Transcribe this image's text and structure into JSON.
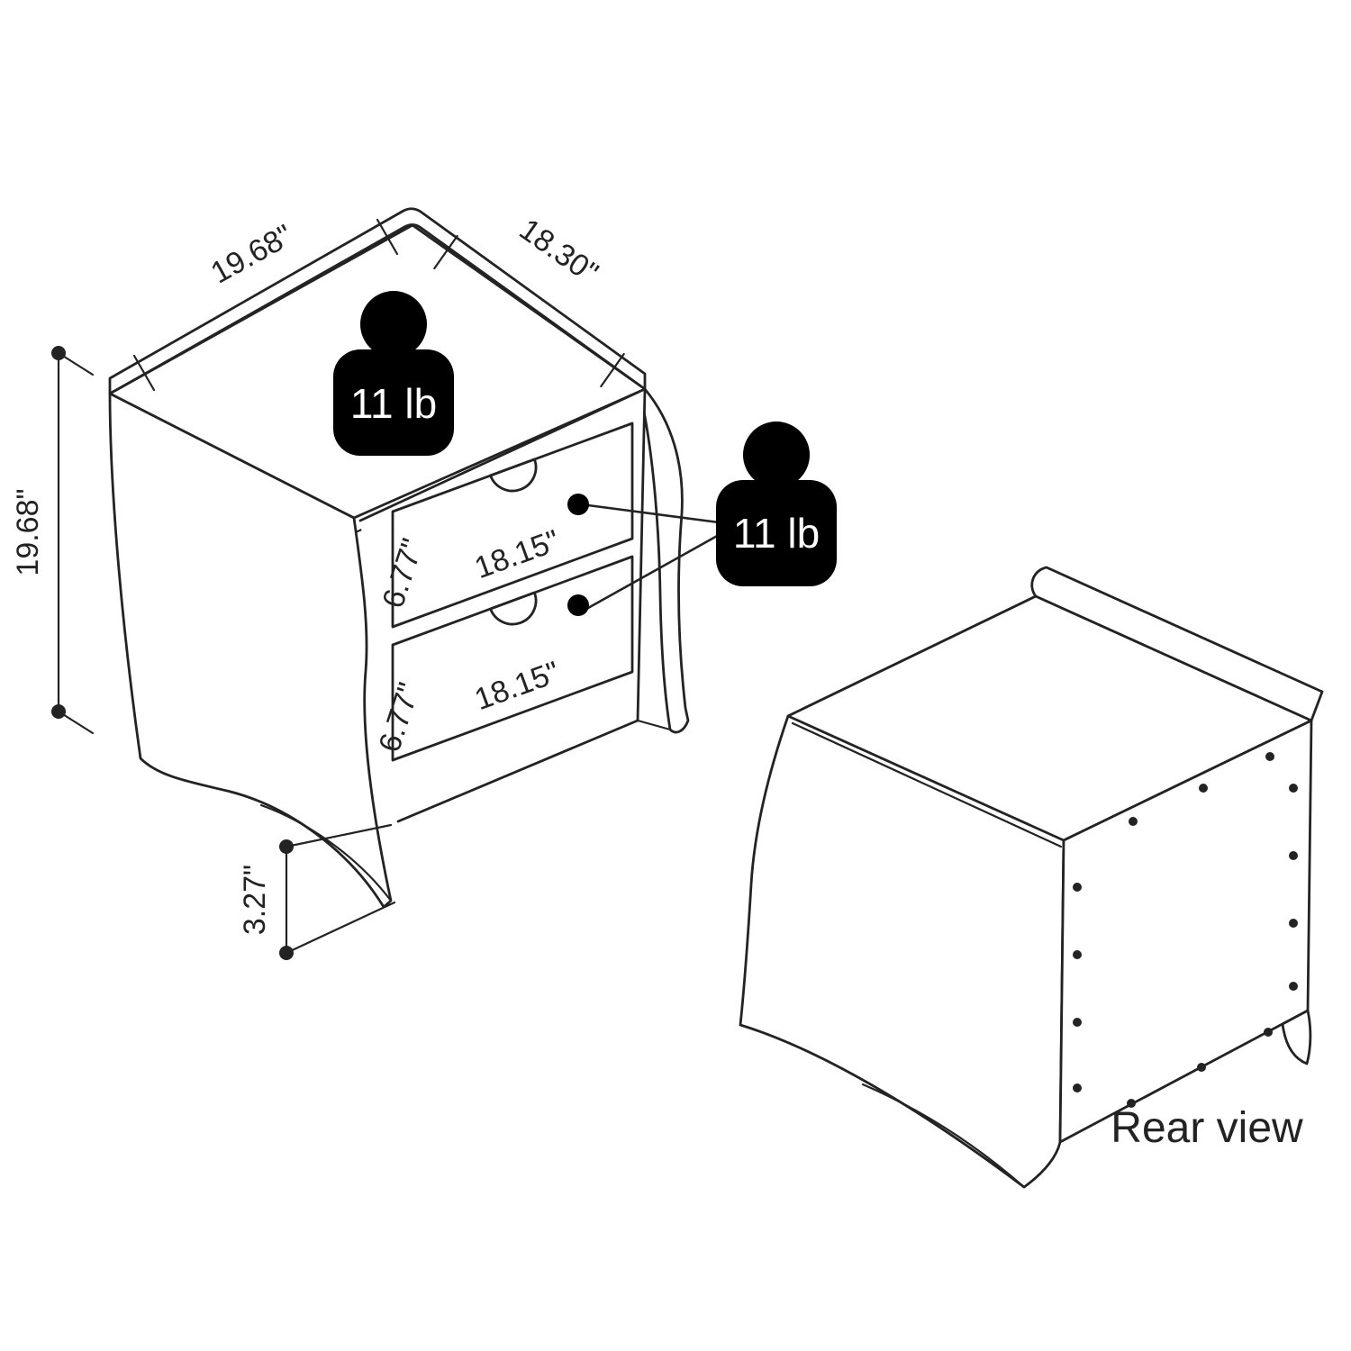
{
  "diagram": {
    "front_view": {
      "dim_height": "19.68\"",
      "dim_width_top": "19.68\"",
      "dim_depth_top": "18.30\"",
      "dim_leg_height": "3.27\"",
      "drawers": [
        {
          "width": "18.15\"",
          "height": "6.77\""
        },
        {
          "width": "18.15\"",
          "height": "6.77\""
        }
      ],
      "weight_top_label": "11 lb",
      "weight_drawers_label": "11 lb"
    },
    "rear_view": {
      "caption": "Rear view"
    },
    "colors": {
      "line": "#232323",
      "background": "#ffffff",
      "annotation_fill": "#000000",
      "weight_text": "#ffffff"
    }
  }
}
